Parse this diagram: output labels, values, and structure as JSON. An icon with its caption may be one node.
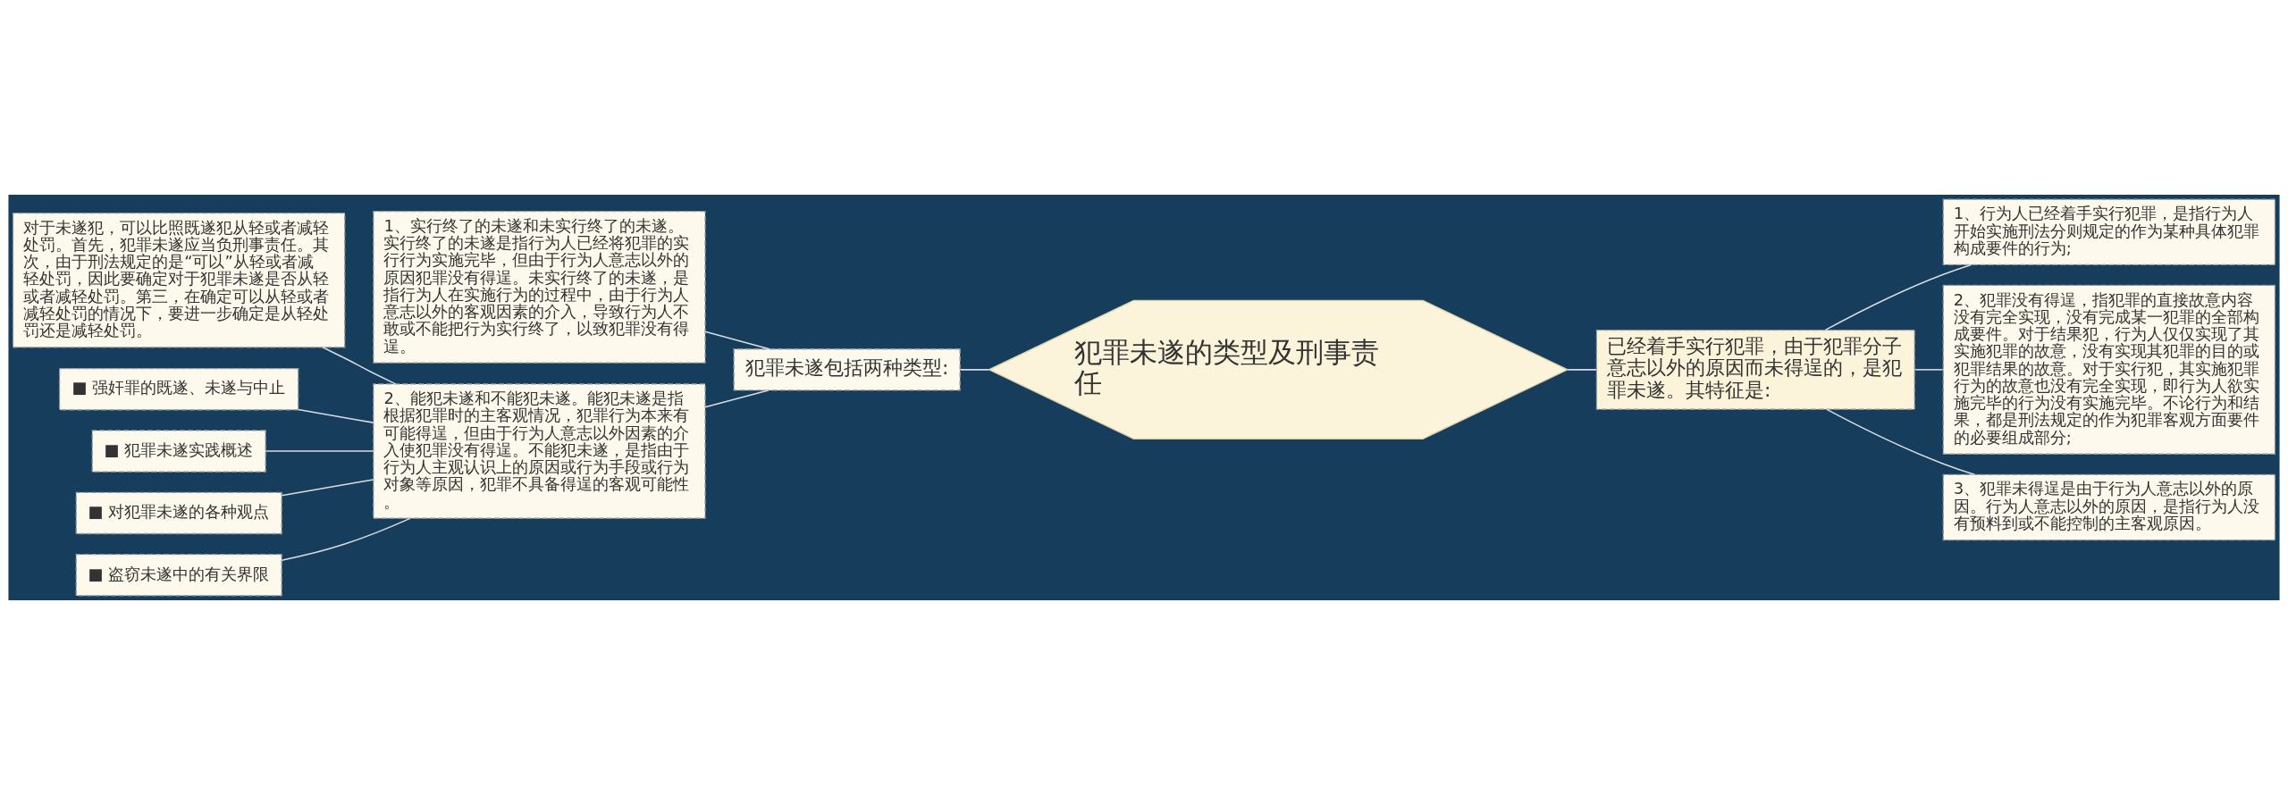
{
  "diagram": {
    "nodes": [
      {
        "text": [
          "犯罪未遂的类型及刑事责任"
        ]
      },
      {
        "text": [
          "犯罪未遂包括两种类型:"
        ]
      },
      {
        "text": [
          "1、实行终了的未遂和未实行终了的未遂。实行终了的未遂是指行为人已经将犯罪的实行行为实施完毕，但由于行为人意志以外的原因犯罪没有得逞。未实行终了的未遂，是指行为人在实施行为的过程中，由于行为人意志以外的客观因素的介入，导致行为人不敢或不能把行为实行终了，以致犯罪没有得逞。"
        ]
      },
      {
        "text": [
          "2、能犯未遂和不能犯未遂。能犯未遂是指根据犯罪时的主客观情况，犯罪行为本来有可能得逞，但由于行为人意志以外因素的介入使犯罪没有得逞。不能犯未遂，是指由于行为人主观认识上的原因或行为手段或行为对象等原因，犯罪不具备得逞的客观可能性。"
        ]
      },
      {
        "text": [
          "对于未遂犯，可以比照既遂犯从轻或者减轻处罚。首先，犯罪未遂应当负刑事责任。其次，由于刑法规定的是“可以”从轻或者减轻处罚，因此要确定对于犯罪未遂是否从轻或者减轻处罚。第三，在确定可以从轻或者减轻处罚的情况下，要进一步确定是从轻处罚还是减轻处罚。"
        ]
      },
      {
        "text": [
          "■ 强奸罪的既遂、未遂与中止"
        ]
      },
      {
        "text": [
          "■ 犯罪未遂实践概述"
        ]
      },
      {
        "text": [
          "■ 对犯罪未遂的各种观点"
        ]
      },
      {
        "text": [
          "■ 盗窃未遂中的有关界限"
        ]
      },
      {
        "text": [
          "已经着手实行犯罪，由于犯罪分子意志以外的原因而未得逞的，是犯罪未遂。其特征是:"
        ]
      },
      {
        "text": [
          "1、行为人已经着手实行犯罪，是指行为人开始实施刑法分则规定的作为某种具体犯罪构成要件的行为;"
        ]
      },
      {
        "text": [
          "2、犯罪没有得逞，指犯罪的直接故意内容没有完全实现，没有完成某一犯罪的全部构成要件。对于结果犯，行为人仅仅实现了其实施犯罪的故意，没有实现其犯罪的目的或犯罪结果的故意。对于实行犯，其实施犯罪行为的故意也没有完全实现，即行为人欲实施完毕的行为没有实施完毕。不论行为和结果，都是刑法规定的作为犯罪客观方面要件的必要组成部分;"
        ]
      },
      {
        "text": [
          "3、犯罪未得逞是由于行为人意志以外的原因。行为人意志以外的原因，是指行为人没有预料到或不能控制的主客观原因。"
        ]
      }
    ],
    "edges": [
      {
        "from": 0,
        "to": 1,
        "arrow": "none"
      },
      {
        "from": 1,
        "to": 2,
        "arrow": "none"
      },
      {
        "from": 1,
        "to": 3,
        "arrow": "none"
      },
      {
        "from": 3,
        "to": 4,
        "arrow": "none"
      },
      {
        "from": 3,
        "to": 5,
        "arrow": "none"
      },
      {
        "from": 3,
        "to": 6,
        "arrow": "none"
      },
      {
        "from": 3,
        "to": 7,
        "arrow": "none"
      },
      {
        "from": 3,
        "to": 8,
        "arrow": "none"
      },
      {
        "from": 0,
        "to": 9,
        "arrow": "none"
      },
      {
        "from": 9,
        "to": 10,
        "arrow": "none"
      },
      {
        "from": 9,
        "to": 11,
        "arrow": "none"
      },
      {
        "from": 9,
        "to": 12,
        "arrow": "none"
      }
    ]
  }
}
